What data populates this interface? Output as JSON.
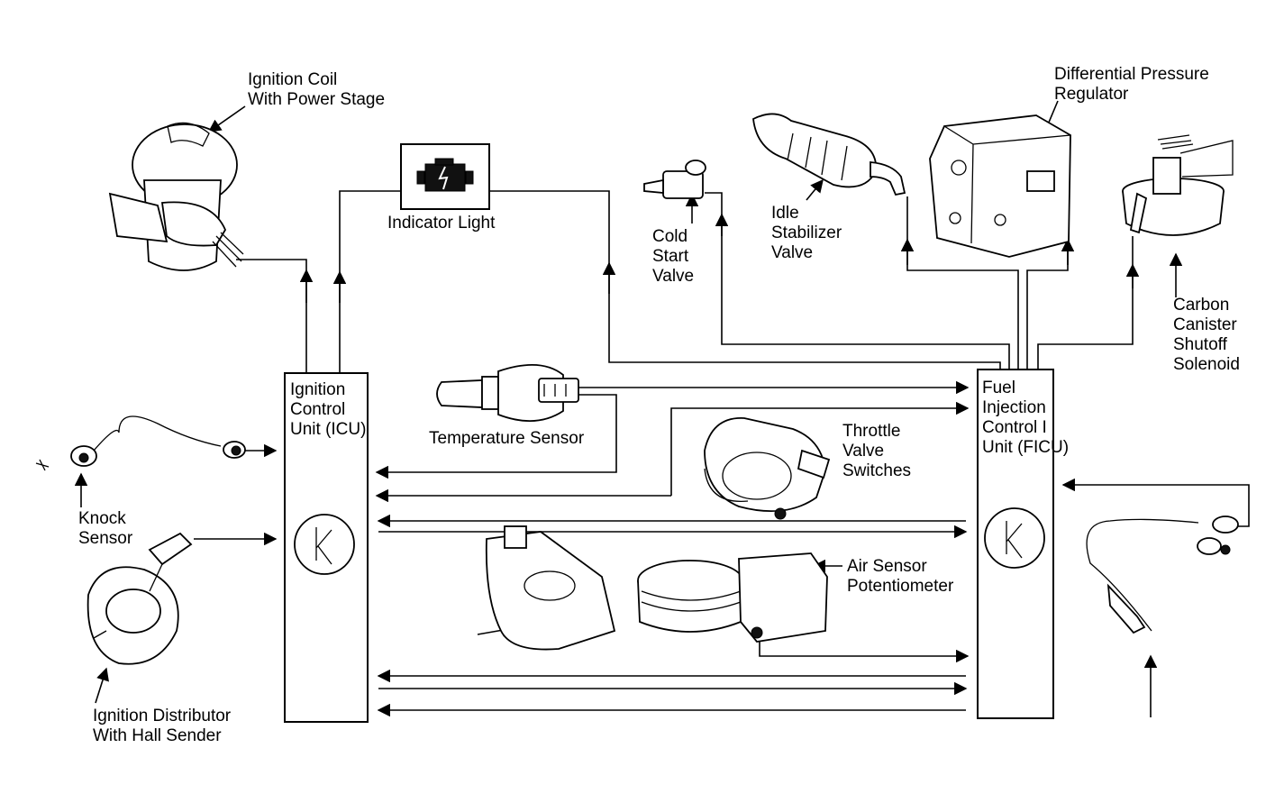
{
  "labels": {
    "ignition_coil": "Ignition Coil\nWith Power Stage",
    "indicator_light": "Indicator Light",
    "cold_start_valve": "Cold\nStart\nValve",
    "idle_stabilizer_valve": "Idle\nStabilizer\nValve",
    "differential_pressure_regulator": "Differential Pressure\nRegulator",
    "carbon_canister": "Carbon\nCanister\nShutoff\nSolenoid",
    "icu": "Ignition\nControl\nUnit (ICU)",
    "temperature_sensor": "Temperature Sensor",
    "ficu": "Fuel\nInjection\nControl I\nUnit (FICU)",
    "throttle_valve_switches": "Throttle\nValve\nSwitches",
    "knock_sensor": "Knock\nSensor",
    "air_sensor_potentiometer": "Air Sensor\nPotentiometer",
    "ignition_distributor": "Ignition Distributor\nWith Hall Sender"
  },
  "icons": {
    "icu_symbol": "k-shaped-control-unit-symbol",
    "ficu_symbol": "k-shaped-control-unit-symbol",
    "indicator_light": "engine-warning-icon"
  }
}
